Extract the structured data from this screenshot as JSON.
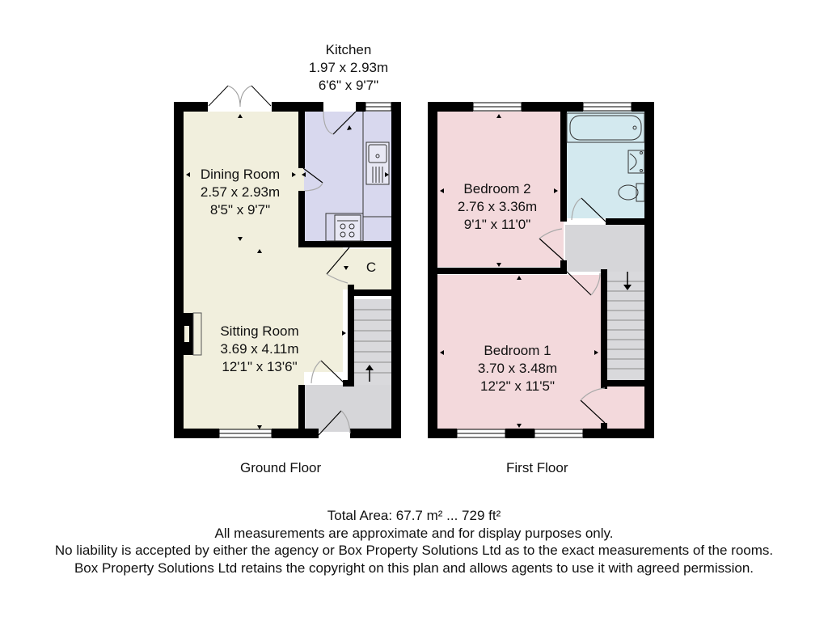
{
  "colors": {
    "wall": "#000000",
    "ground_living": "#f1efdd",
    "kitchen": "#d8d8ee",
    "hall": "#d6d6d9",
    "bedroom": "#f3d9dc",
    "bathroom": "#d3e9ef",
    "stairs": "#d9d9dc"
  },
  "ground_floor": {
    "caption": "Ground Floor",
    "rooms": [
      {
        "name": "Kitchen",
        "metric": "1.97 x 2.93m",
        "imperial": "6'6\" x 9'7\""
      },
      {
        "name": "Dining Room",
        "metric": "2.57 x 2.93m",
        "imperial": "8'5\" x 9'7\""
      },
      {
        "name": "Sitting Room",
        "metric": "3.69 x 4.11m",
        "imperial": "12'1\" x 13'6\""
      },
      {
        "name": "C"
      }
    ]
  },
  "first_floor": {
    "caption": "First Floor",
    "rooms": [
      {
        "name": "Bedroom 2",
        "metric": "2.76 x 3.36m",
        "imperial": "9'1\" x 11'0\""
      },
      {
        "name": "Bedroom 1",
        "metric": "3.70 x 3.48m",
        "imperial": "12'2\" x 11'5\""
      }
    ]
  },
  "footer": {
    "total_area": "Total Area: 67.7 m² ... 729 ft²",
    "line1": "All measurements are approximate and for display purposes only.",
    "line2": "No liability is accepted by either the agency or Box Property Solutions Ltd as to the exact measurements of the rooms.",
    "line3": "Box Property Solutions Ltd retains the copyright on this plan and allows agents to use it with agreed permission."
  }
}
